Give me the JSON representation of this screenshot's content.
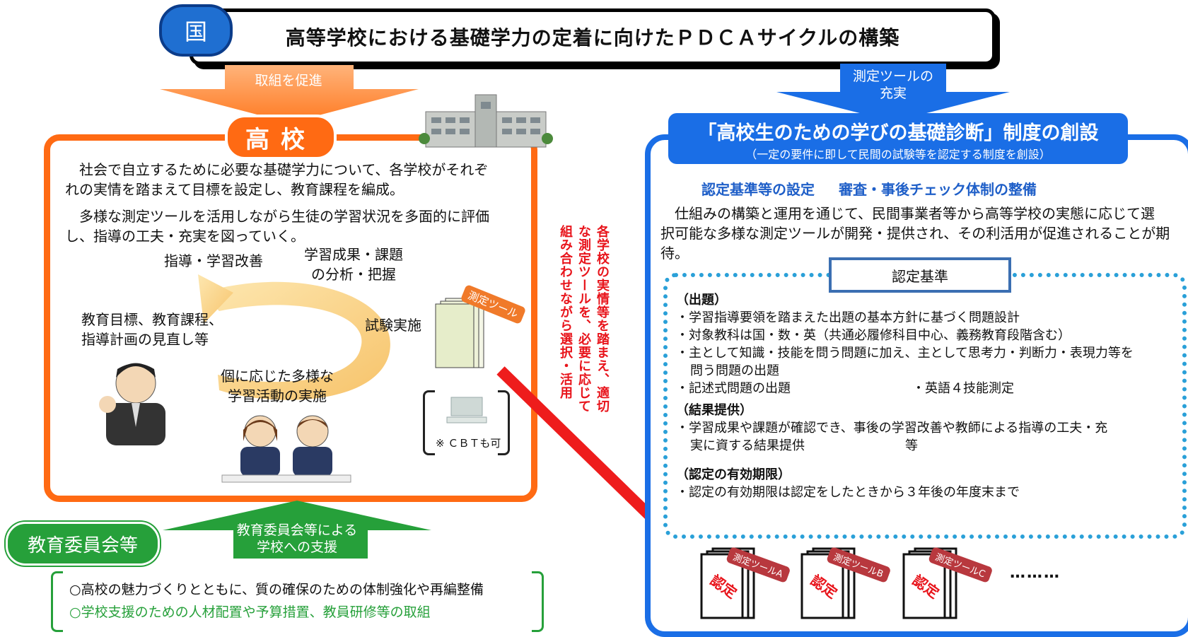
{
  "header": {
    "badge": "国",
    "title": "高等学校における基礎学力の定着に向けたＰＤＣＡサイクルの構築"
  },
  "arrows": {
    "promote": "取組を促進",
    "tools_line1": "測定ツールの",
    "tools_line2": "充実",
    "board_line1": "教育委員会等による",
    "board_line2": "学校への支援"
  },
  "high_school": {
    "tag": "高校",
    "para1_line1": "社会で自立するために必要な基礎学力について、各学校がそれぞ",
    "para1_line2": "れの実情を踏まえて目標を設定し、教育課程を編成。",
    "para2_line1": "多様な測定ツールを活用しながら生徒の学習状況を多面的に評価",
    "para2_line2": "し、指導の工夫・充実を図っていく。",
    "cycle": {
      "improve": "指導・学習改善",
      "analysis_line1": "学習成果・課題",
      "analysis_line2": "の分析・把握",
      "review_line1": "教育目標、教育課程、",
      "review_line2": "指導計画の見直し等",
      "exam": "試験実施",
      "activities_line1": "個に応じた多様な",
      "activities_line2": "学習活動の実施"
    },
    "tool_label": "測定ツール",
    "cbt": "※ ＣＢＴも可"
  },
  "vertical_note": {
    "col1": "各学校の実情等を踏まえ、適切",
    "col2": "な測定ツールを、必要に応じて",
    "col3": "組み合わせながら選択・活用"
  },
  "board": {
    "tag": "教育委員会等",
    "item1": "○高校の魅力づくりとともに、質の確保のための体制強化や再編整備",
    "item2": "○学校支援のための人材配置や予算措置、教員研修等の取組"
  },
  "system": {
    "title": "「高校生のための学びの基礎診断」制度の創設",
    "subtitle": "（一定の要件に即して民間の試験等を認定する制度を創設）",
    "head1": "認定基準等の設定",
    "head2": "審査・事後チェック体制の整備",
    "para_line1": "仕組みの構築と運用を通じて、民間事業者等から高等学校の実態に応じて選",
    "para_line2": "択可能な多様な測定ツールが開発・提供され、その利活用が促進されることが期",
    "para_line3": "待。",
    "criteria_title": "認定基準",
    "q_head": "（出題）",
    "q1": "・学習指導要領を踏まえた出題の基本方針に基づく問題設計",
    "q2": "・対象教科は国・数・英（共通必履修科目中心、義務教育段階含む）",
    "q3a": "・主として知識・技能を問う問題に加え、主として思考力・判断力・表現力等を",
    "q3b": "問う問題の出題",
    "q4": "・記述式問題の出題",
    "q5": "・英語４技能測定",
    "r_head": "（結果提供）",
    "r1a": "・学習成果や課題が確認でき、事後の学習改善や教師による指導の工夫・充",
    "r1b": "実に資する結果提供",
    "r1c": "等",
    "v_head": "（認定の有効期限）",
    "v1": "・認定の有効期限は認定をしたときから３年後の年度末まで",
    "tools": [
      "測定ツールA",
      "測定ツールB",
      "測定ツールC"
    ],
    "stamp": "認定",
    "ellipsis": "………"
  },
  "colors": {
    "orange": "#ff6a13",
    "blue": "#1a6ee6",
    "green": "#26a03a",
    "red": "#e8141b"
  }
}
